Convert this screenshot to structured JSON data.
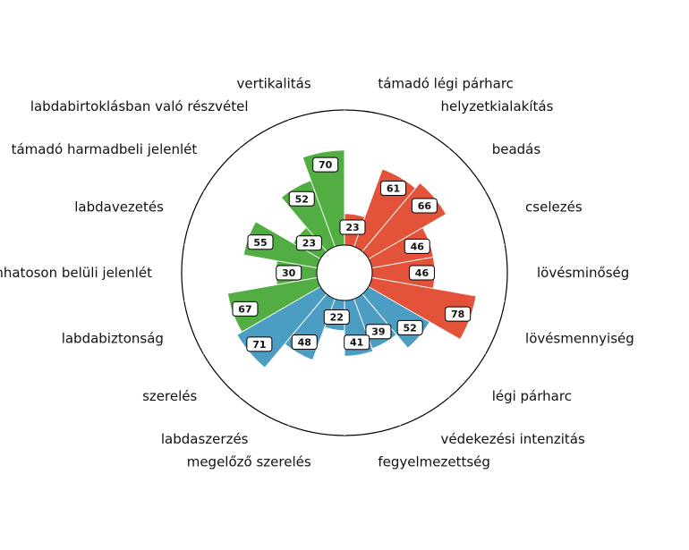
{
  "chart_data": {
    "type": "polar-bar",
    "rlim": [
      0,
      100
    ],
    "grid": false,
    "colors": {
      "attack": "#e2533a",
      "defense": "#4c9dc3",
      "possession": "#52ae42",
      "divider": "#ffffff",
      "outline": "#000000",
      "value_box_border": "#000000",
      "value_box_fill": "#ffffff"
    },
    "categories": [
      "támadó légi párharc",
      "helyzetkialakítás",
      "beadás",
      "cselezés",
      "lövésminőség",
      "lövésmennyiség",
      "légi párharc",
      "védekezési intenzitás",
      "fegyelmezettség",
      "megelőző szerelés",
      "labdaszerzés",
      "szerelés",
      "labdabiztonság",
      "tizenhatoson belüli jelenlét",
      "labdavezetés",
      "támadó harmadbeli jelenlét",
      "labdabirtoklásban való részvétel",
      "vertikalitás"
    ],
    "values": [
      23,
      61,
      66,
      46,
      46,
      78,
      52,
      39,
      41,
      22,
      48,
      71,
      67,
      30,
      55,
      23,
      52,
      70
    ],
    "groups": [
      "attack",
      "attack",
      "attack",
      "attack",
      "attack",
      "attack",
      "defense",
      "defense",
      "defense",
      "defense",
      "defense",
      "defense",
      "possession",
      "possession",
      "possession",
      "possession",
      "possession",
      "possession"
    ]
  }
}
